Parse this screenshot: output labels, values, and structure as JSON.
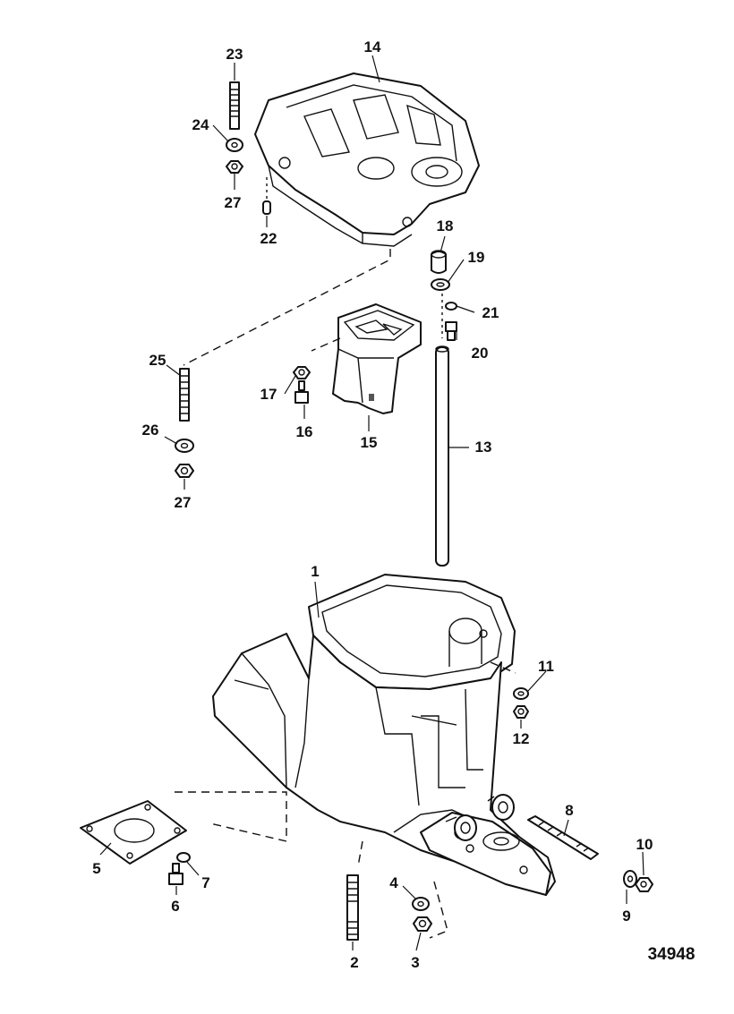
{
  "figure": {
    "reference_number": "34948",
    "callouts": [
      "1",
      "2",
      "3",
      "4",
      "5",
      "6",
      "7",
      "8",
      "9",
      "10",
      "11",
      "12",
      "13",
      "14",
      "15",
      "16",
      "17",
      "18",
      "19",
      "20",
      "21",
      "22",
      "23",
      "24",
      "25",
      "26",
      "27",
      "27"
    ]
  }
}
